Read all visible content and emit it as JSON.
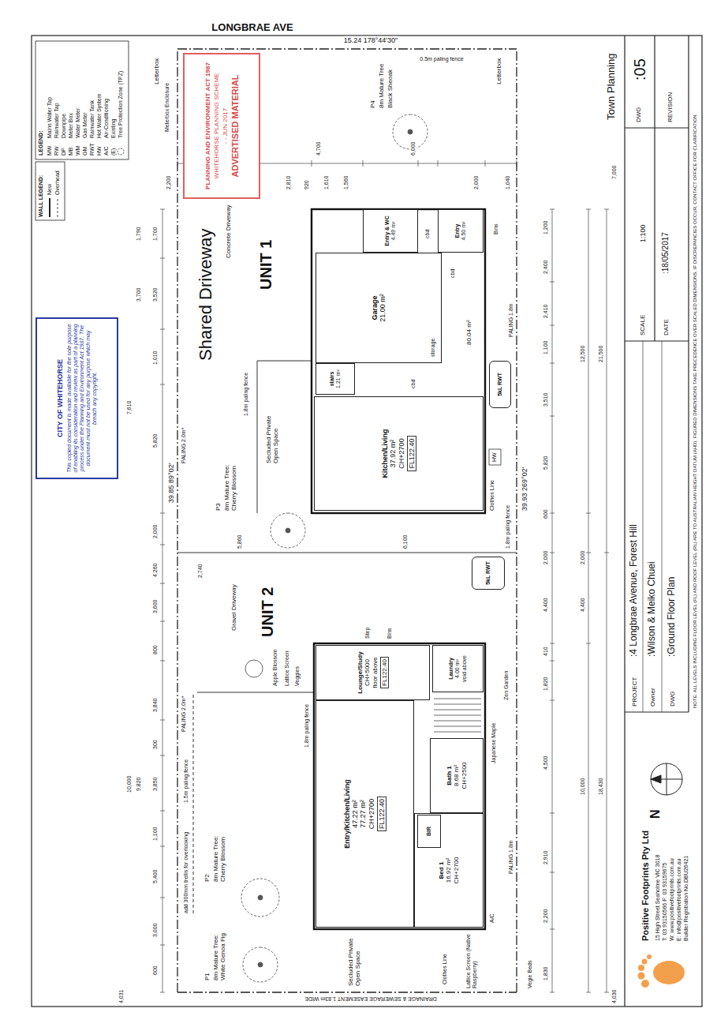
{
  "diagram": {
    "nodes": [
      {
        "text": [
          "Garage",
          "21.00 m²"
        ]
      },
      {
        "text": [
          "Entry & WC",
          "4.49 m²"
        ]
      },
      {
        "text": [
          "Entry",
          "4.50 m²"
        ]
      },
      {
        "text": [
          "stairs",
          "1.21 m²"
        ]
      },
      {
        "text": [
          "Kitchen/Living",
          "37.92 m²",
          "CH+2700",
          "FL122.40"
        ]
      },
      {
        "text": [
          "5kL RWT"
        ]
      },
      {
        "text": [
          "Lounge/Study",
          "CH+5000",
          "floor above",
          "FL122.40"
        ]
      },
      {
        "text": [
          "Laundry",
          "4.00 m²",
          "void above"
        ]
      },
      {
        "text": [
          "Entry/Kitchen/Living",
          "47.22 m²",
          "77.27 m²",
          "CH+2700",
          "FL122.40"
        ]
      },
      {
        "text": [
          "Bed 1",
          "16.92 m²",
          "CH+2700"
        ]
      },
      {
        "text": [
          "BIR"
        ],
        "in": 9
      },
      {
        "text": [
          "Bath 1",
          "8.68 m²",
          "CH+2500"
        ]
      },
      {
        "text": [
          "5kL RWT"
        ]
      },
      {
        "text": [
          "CITY OF WHITEHORSE",
          "This copied document is made available for the sole purpose of enabling its consideration and review as part of a planning process under the Planning and Environment Act 1987. The document must not be used for any purpose which may breach any copyright."
        ]
      },
      {
        "text": [
          "PLANNING AND ENVIRONMENT ACT 1987",
          "WHITEHORSE PLANNING SCHEME",
          "- - JUN 2017",
          "ADVERTISED MATERIAL"
        ]
      }
    ],
    "labels": [
      "LONGBRAE AVE",
      "15.24 178°44'30\"",
      "0.5m paling fence",
      "P4",
      "8m Mature Tree",
      "Black Sheoak",
      "Letterbox",
      "Letterbox",
      "Meterbox Enclosure",
      "Shared Driveway",
      "Concrete Driveway",
      "UNIT 1",
      "UNIT 2",
      "Gravel Driveway",
      "39.85 89°02'",
      "39.93 269°02'",
      "PALING 2.0m*",
      "PALING 2.0m*",
      "PALING 1.8m",
      "PALING 1.8m",
      "P3",
      "8m Mature Tree: Cherry Blossom",
      "Secluded Private Open Space",
      "1.8m paling fence",
      "Clothes Line",
      "1.8m paling fence",
      "HW",
      "Bins",
      "80.04 m²",
      "cbd",
      "storage",
      "cbd",
      "cbd",
      "P2",
      "8m Mature Tree: Cherry Blossom",
      "P1",
      "8m Mature Tree: White Genoa Fig",
      "add 300mm trellis for overlooking",
      "1.5m paling fence",
      "Apple Blossom",
      "Lattice Screen",
      "Veggies",
      "1.8m paling fence",
      "Step",
      "Bins",
      "Japanese Maple",
      "Zen Garden",
      "Clothes Line",
      "Lattice Screen (Native Raspberry)",
      "A/C",
      "Secluded Private Open Space",
      "DRAINAGE & SEWERAGE EASEMENT 1.83m WIDE",
      "Vegie Beds",
      "4,031",
      "600",
      "3,000",
      "5,400",
      "1,100",
      "3,850",
      "300",
      "3,840",
      "800",
      "3,600",
      "4,260",
      "2,000",
      "5,820",
      "1,010",
      "3,520",
      "1,700",
      "10,000",
      "9,820",
      "7,610",
      "3,700",
      "1,790",
      "2,200",
      "2,810",
      "920",
      "1,610",
      "1,560",
      "4,700",
      "6,000",
      "2,000",
      "1,040",
      "2,740",
      "5,860",
      "6,100",
      "1,830",
      "2,200",
      "2,910",
      "4,500",
      "1,820",
      "410",
      "4,400",
      "2,000",
      "600",
      "5,820",
      "3,510",
      "1,100",
      "2,410",
      "2,400",
      "1,200",
      "10,000",
      "4,400",
      "2,000",
      "12,500",
      "18,430",
      "21,500",
      "4,030",
      "7,000",
      "LEGEND:",
      "WALL LEGEND:",
      "MW",
      "RW",
      "DP",
      "MB",
      "WM",
      "GM",
      "RWT",
      "HW",
      "A/C",
      "(E)",
      "Positive Footprints Pty Ltd",
      "15 High Street Seaholme VIC 3018",
      "T: 03 93150566  F: 03 93159675",
      "W: www.positivefootprints.com.au",
      "E: info@positivefootprints.com.au",
      "Builder Registration No.DBU26421",
      "N",
      "PROJECT",
      ":4 Longbrae Avenue, Forest Hill",
      "Owner",
      ":Wilson & Meiko Chuei",
      "DWG",
      ":Ground Floor Plan",
      "SCALE",
      "1:100",
      "DATE",
      ":18/05/2017",
      "DWG",
      ":05",
      "REVISION",
      "Town Planning",
      "NOTE: ALL LEVELS INCLUDING FLOOR LEVEL (FL) AND ROOF LEVEL (RL) ARE TO AUSTRALIAN HEIGHT DATUM (AHD). FIGURED DIMENSIONS TAKE PRECEDENCE OVER SCALED DIMENSIONS. IF DISCREPANCIES OCCUR, CONTACT OFFICE FOR CLARIFICATION."
    ],
    "legend": [
      {
        "text": "Mains Water Tap"
      },
      {
        "text": "Rainwater Tap"
      },
      {
        "text": "Downpipe"
      },
      {
        "text": "Meter Box"
      },
      {
        "text": "Water Meter"
      },
      {
        "text": "Gas Meter"
      },
      {
        "text": "Rainwater Tank"
      },
      {
        "text": "Hot Water System"
      },
      {
        "text": "Air-Conditioning"
      },
      {
        "text": "Existing"
      },
      {
        "text": "Tree Protection Zone (TPZ)"
      },
      {
        "text": "New"
      },
      {
        "text": "Overhead"
      }
    ]
  }
}
